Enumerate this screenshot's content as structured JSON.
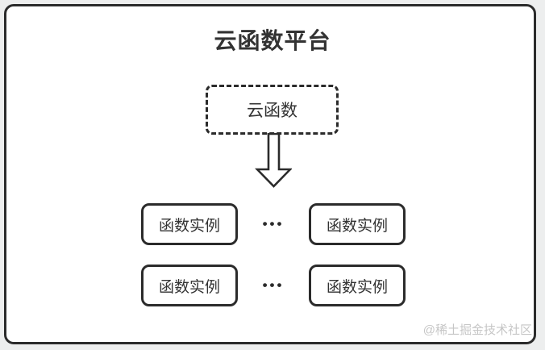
{
  "page": {
    "title": "云函数平台",
    "cloud_function": {
      "label": "云函数"
    },
    "rows": [
      {
        "left": "函数实例",
        "dots": "•••",
        "right": "函数实例"
      },
      {
        "left": "函数实例",
        "dots": "•••",
        "right": "函数实例"
      }
    ],
    "watermark": "@稀土掘金技术社区",
    "icons": {
      "arrow": "down-arrow-icon"
    },
    "colors": {
      "line": "#2b2b2b",
      "text": "#333333",
      "card_background": "#ffffff",
      "page_background": "#edeeee",
      "watermark": "#c6c6c6"
    }
  }
}
